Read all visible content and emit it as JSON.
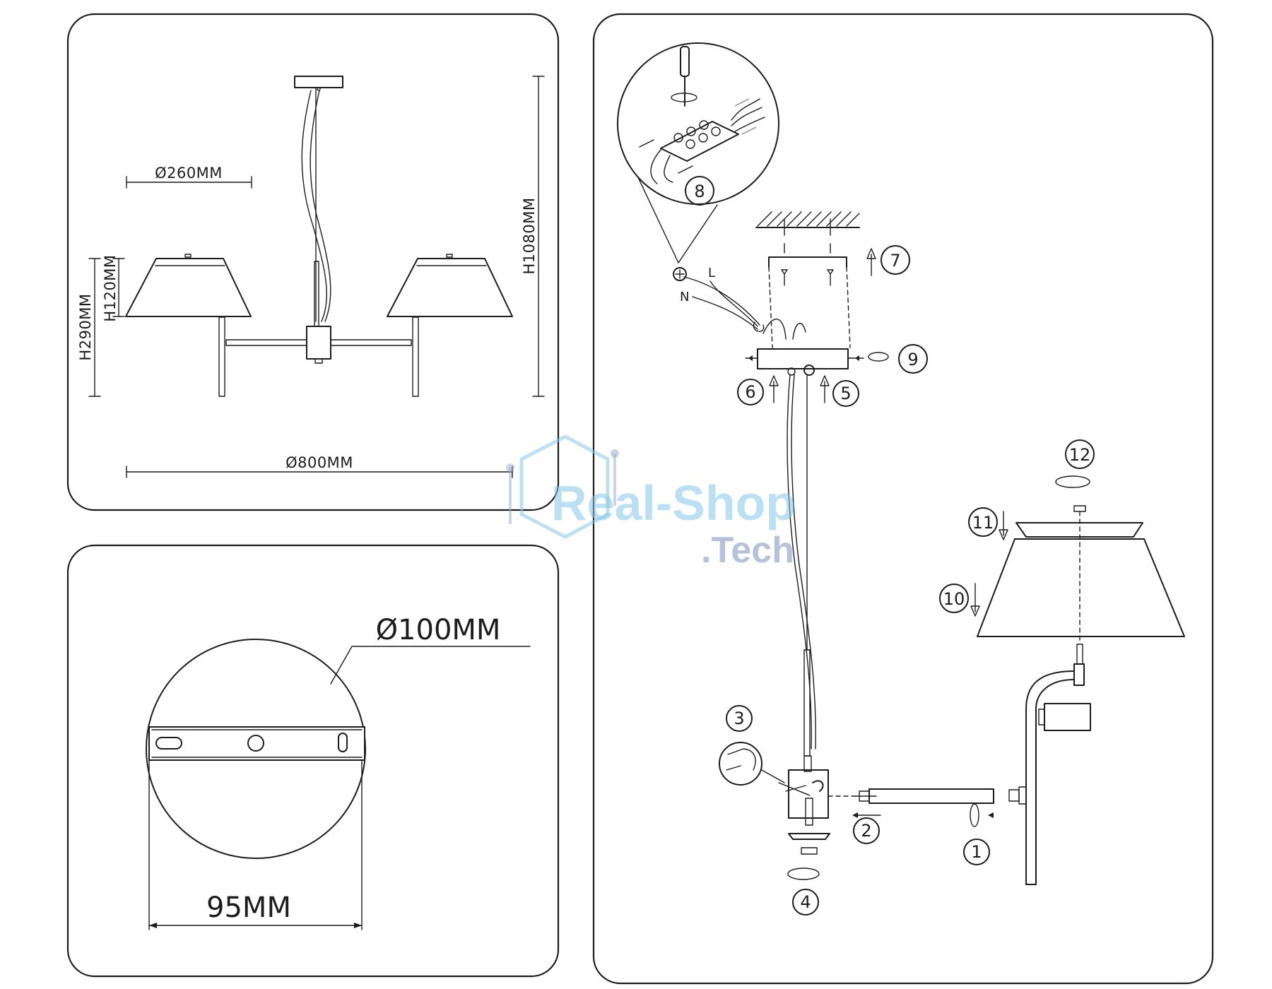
{
  "overview": {
    "dim_shade_diameter": "Ø260MM",
    "dim_shade_height": "H120MM",
    "dim_arm_height": "H290MM",
    "dim_total_height": "H1080MM",
    "dim_total_width": "Ø800MM"
  },
  "canopy_detail": {
    "dim_diameter": "Ø100MM",
    "dim_bracket_width": "95MM"
  },
  "assembly": {
    "steps": [
      "1",
      "2",
      "3",
      "4",
      "5",
      "6",
      "7",
      "8",
      "9",
      "10",
      "11",
      "12"
    ],
    "wire_labels": {
      "live": "L",
      "neutral": "N"
    }
  },
  "watermark": {
    "line1": "Real-Shop",
    "line2": ".Tech"
  },
  "colors": {
    "line": "#1c1c1c",
    "watermark_light": "#86c8ea",
    "watermark_dark": "#6f86b8"
  }
}
